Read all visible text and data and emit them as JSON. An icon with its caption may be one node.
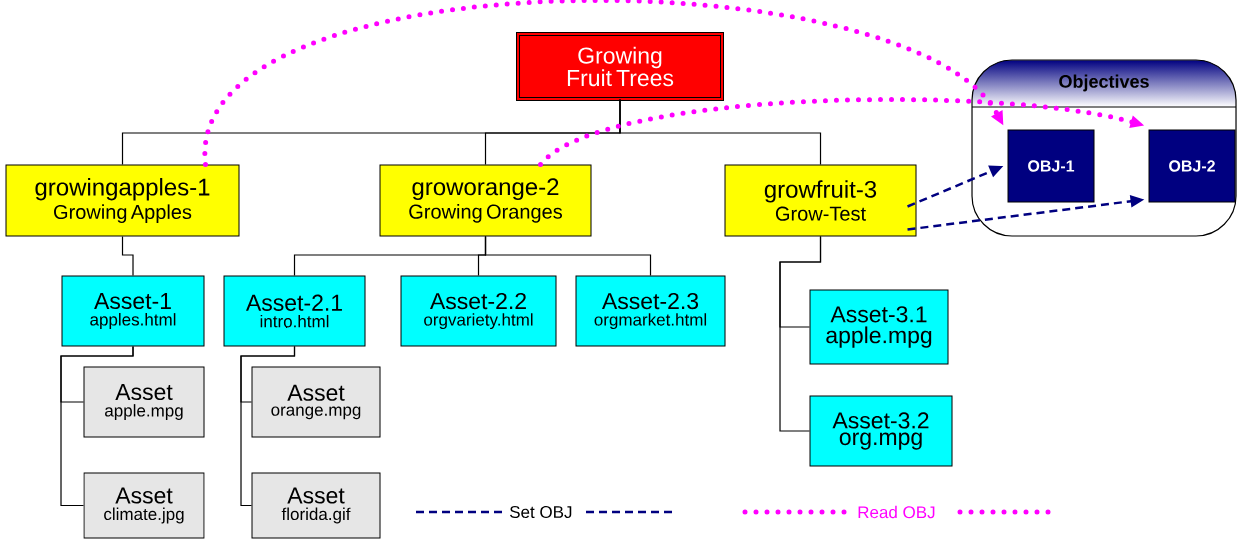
{
  "diagram": {
    "nodes": [
      {
        "text": [
          "Growing Fruit Trees"
        ]
      },
      {
        "text": [
          "growingapples-1",
          "Growing Apples"
        ]
      },
      {
        "text": [
          "groworange-2",
          "Growing Oranges"
        ]
      },
      {
        "text": [
          "growfruit-3",
          "Grow-Test"
        ]
      },
      {
        "text": [
          "Objectives"
        ]
      },
      {
        "text": [
          "OBJ-1"
        ],
        "in": 4
      },
      {
        "text": [
          "OBJ-2"
        ],
        "in": 4
      },
      {
        "text": [
          "Asset-1",
          "apples.html"
        ]
      },
      {
        "text": [
          "Asset-2.1",
          "intro.html"
        ]
      },
      {
        "text": [
          "Asset-2.2",
          "orgvariety.html"
        ]
      },
      {
        "text": [
          "Asset-2.3",
          "orgmarket.html"
        ]
      },
      {
        "text": [
          "Asset",
          "apple.mpg"
        ]
      },
      {
        "text": [
          "Asset",
          "orange.mpg"
        ]
      },
      {
        "text": [
          "Asset",
          "climate.jpg"
        ]
      },
      {
        "text": [
          "Asset",
          "florida.gif"
        ]
      },
      {
        "text": [
          "Asset-3.1",
          "apple.mpg"
        ]
      },
      {
        "text": [
          "Asset-3.2",
          "org.mpg"
        ]
      }
    ],
    "edges": [
      {
        "from": 0,
        "to": 1,
        "arrow": "none"
      },
      {
        "from": 0,
        "to": 2,
        "arrow": "none"
      },
      {
        "from": 0,
        "to": 3,
        "arrow": "none"
      },
      {
        "from": 1,
        "to": 7,
        "arrow": "none"
      },
      {
        "from": 2,
        "to": 8,
        "arrow": "none"
      },
      {
        "from": 2,
        "to": 9,
        "arrow": "none"
      },
      {
        "from": 2,
        "to": 10,
        "arrow": "none"
      },
      {
        "from": 7,
        "to": 11,
        "arrow": "none"
      },
      {
        "from": 7,
        "to": 13,
        "arrow": "none"
      },
      {
        "from": 8,
        "to": 12,
        "arrow": "none"
      },
      {
        "from": 8,
        "to": 14,
        "arrow": "none"
      },
      {
        "from": 3,
        "to": 15,
        "arrow": "none"
      },
      {
        "from": 3,
        "to": 16,
        "arrow": "none"
      },
      {
        "from": 3,
        "to": 5,
        "arrow": "to",
        "style": "dashed",
        "color": "#000080"
      },
      {
        "from": 3,
        "to": 6,
        "arrow": "to",
        "style": "dashed",
        "color": "#000080"
      },
      {
        "from": 1,
        "to": 5,
        "arrow": "to",
        "style": "dashed",
        "color": "#ff00ff"
      },
      {
        "from": 2,
        "to": 6,
        "arrow": "to",
        "style": "dashed",
        "color": "#ff00ff"
      }
    ],
    "legend": [
      {
        "text": "Set OBJ"
      },
      {
        "text": "Read OBJ"
      }
    ]
  }
}
